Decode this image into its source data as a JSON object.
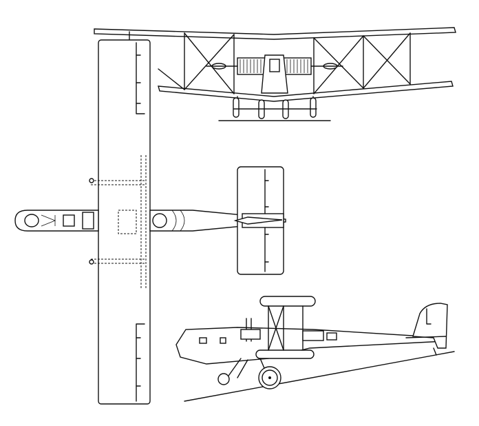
{
  "drawing": {
    "views": [
      "front",
      "plan",
      "side"
    ],
    "colors": {
      "line": "#111111",
      "background": "#ffffff"
    }
  }
}
